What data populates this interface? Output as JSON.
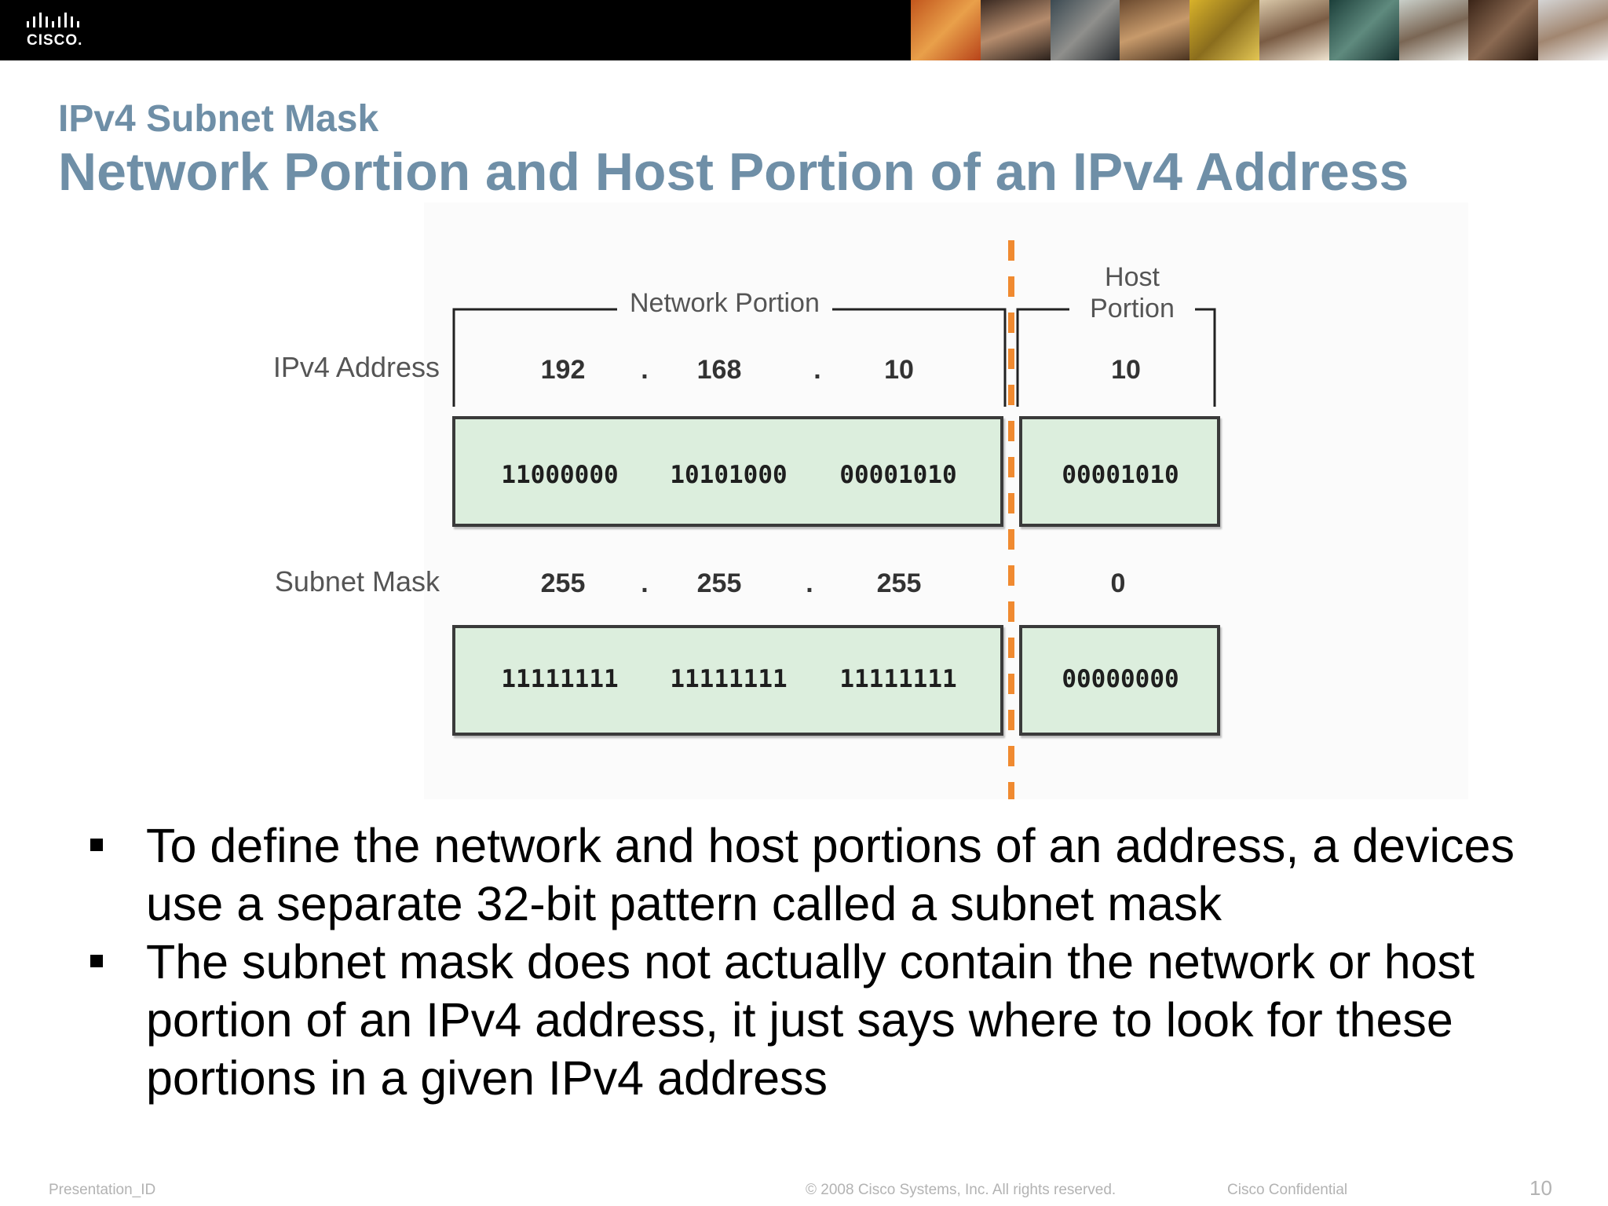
{
  "header": {
    "logo_text": "CISCO."
  },
  "slide": {
    "subtitle": "IPv4 Subnet Mask",
    "title": "Network Portion and Host Portion of an IPv4 Address"
  },
  "diagram": {
    "network_portion_label": "Network Portion",
    "host_portion_label": "Host Portion",
    "rows": [
      {
        "label": "IPv4 Address",
        "decimal": [
          "192",
          "168",
          "10",
          "10"
        ],
        "binary": [
          "11000000",
          "10101000",
          "00001010",
          "00001010"
        ]
      },
      {
        "label": "Subnet Mask",
        "decimal": [
          "255",
          "255",
          "255",
          "0"
        ],
        "binary": [
          "11111111",
          "11111111",
          "11111111",
          "00000000"
        ]
      }
    ],
    "dot": ".",
    "colors": {
      "box_fill": "#dceedd",
      "box_border": "#3a3a3a",
      "divider": "#f08a30"
    }
  },
  "bullets": [
    "To define the network and host portions of an address, a devices use a separate 32-bit pattern called a subnet mask",
    "The subnet mask does not actually contain the network or host portion of an IPv4 address, it just says where to look for these portions in a given IPv4 address"
  ],
  "footer": {
    "presentation_id": "Presentation_ID",
    "copyright": "© 2008 Cisco Systems, Inc. All rights reserved.",
    "confidential": "Cisco Confidential",
    "page_number": "10"
  },
  "colors": {
    "title": "#6f8fa7",
    "header_bg": "#000000",
    "footer_text": "#b3b3b3"
  }
}
